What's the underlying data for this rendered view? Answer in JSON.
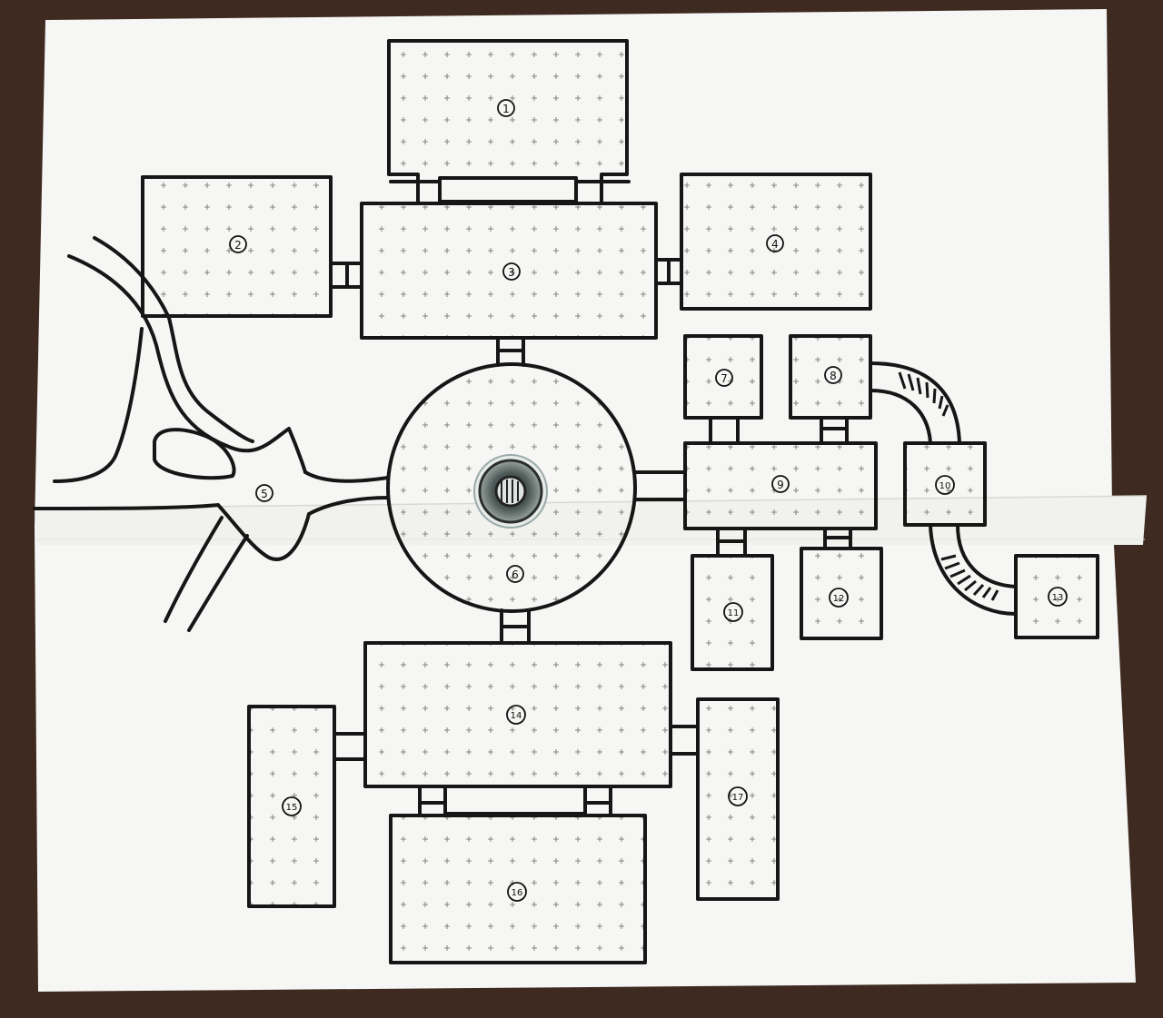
{
  "map": {
    "colors": {
      "table": "#3e2a20",
      "paper": "#f6f6f4",
      "ink": "#161616",
      "grid": "#555555",
      "token": "#4a5552"
    },
    "rooms": [
      {
        "id": "room-1",
        "label": "1"
      },
      {
        "id": "room-2",
        "label": "2"
      },
      {
        "id": "room-3",
        "label": "3"
      },
      {
        "id": "room-4",
        "label": "4"
      },
      {
        "id": "room-5",
        "label": "5"
      },
      {
        "id": "room-6",
        "label": "6"
      },
      {
        "id": "room-7",
        "label": "7"
      },
      {
        "id": "room-8",
        "label": "8"
      },
      {
        "id": "room-9",
        "label": "9"
      },
      {
        "id": "room-10",
        "label": "10"
      },
      {
        "id": "room-11",
        "label": "11"
      },
      {
        "id": "room-12",
        "label": "12"
      },
      {
        "id": "room-13",
        "label": "13"
      },
      {
        "id": "room-14",
        "label": "14"
      },
      {
        "id": "room-15",
        "label": "15"
      },
      {
        "id": "room-16",
        "label": "16"
      },
      {
        "id": "room-17",
        "label": "17"
      }
    ],
    "features": {
      "central_token": "well-token-icon",
      "stairs": "stairs-icon"
    }
  }
}
